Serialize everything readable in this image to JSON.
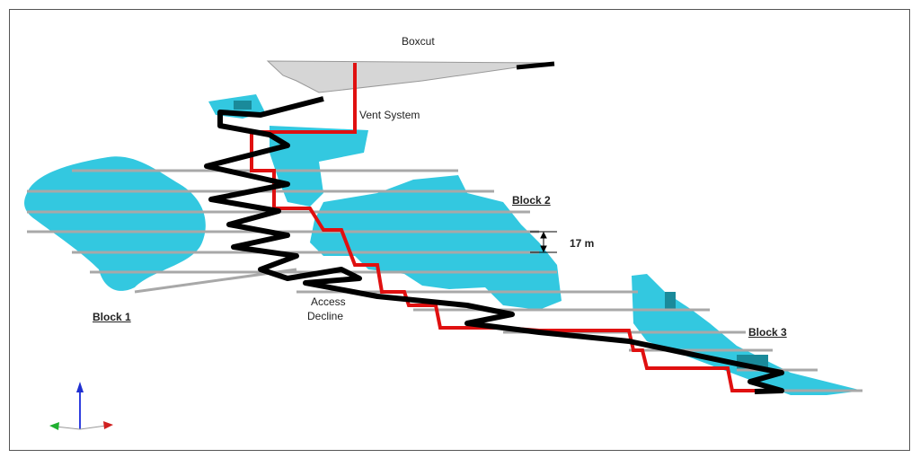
{
  "labels": {
    "boxcut": "Boxcut",
    "vent_system": "Vent System",
    "block1": "Block 1",
    "block2": "Block 2",
    "block3": "Block 3",
    "access_decline_1": "Access",
    "access_decline_2": "Decline",
    "level_spacing": "17 m"
  },
  "colors": {
    "orebody": "#33c8e0",
    "orebody_dark": "#1a8a9a",
    "vent": "#e01010",
    "decline": "#000000",
    "levels": "#a8a8a8",
    "boxcut": "#d4d4d4"
  }
}
